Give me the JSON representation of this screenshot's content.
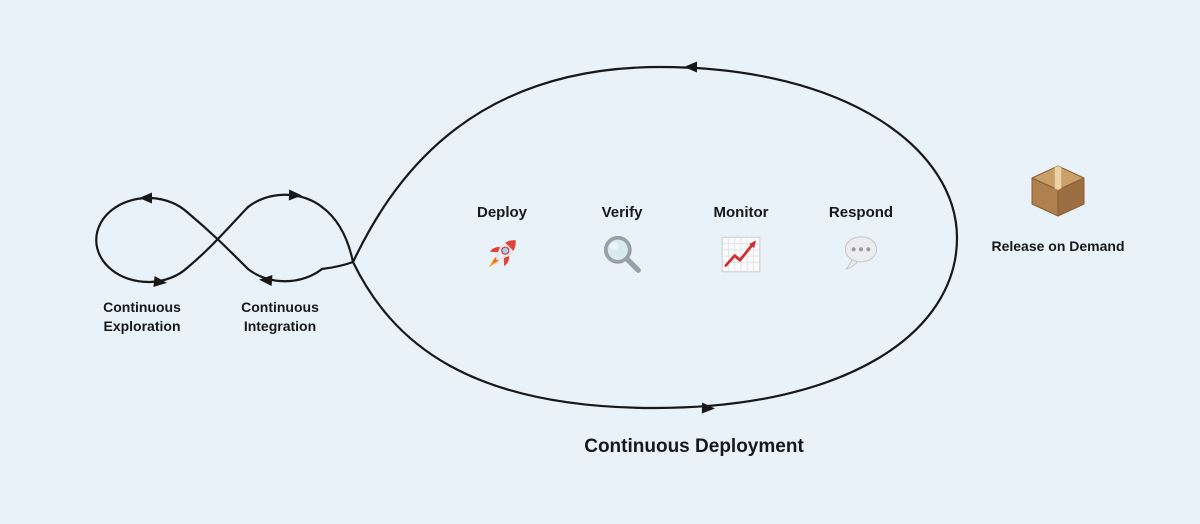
{
  "canvas": {
    "background": "#e9f2f9",
    "line_color": "#17181a"
  },
  "pipeline": {
    "exploration": {
      "label": "Continuous Exploration"
    },
    "integration": {
      "label": "Continuous Integration"
    },
    "deployment": {
      "label": "Continuous Deployment"
    },
    "steps": [
      {
        "label": "Deploy",
        "icon": "rocket-icon"
      },
      {
        "label": "Verify",
        "icon": "magnifying-glass-icon"
      },
      {
        "label": "Monitor",
        "icon": "chart-increasing-icon"
      },
      {
        "label": "Respond",
        "icon": "speech-balloon-icon"
      }
    ],
    "release": {
      "label": "Release on Demand",
      "icon": "package-icon"
    }
  }
}
